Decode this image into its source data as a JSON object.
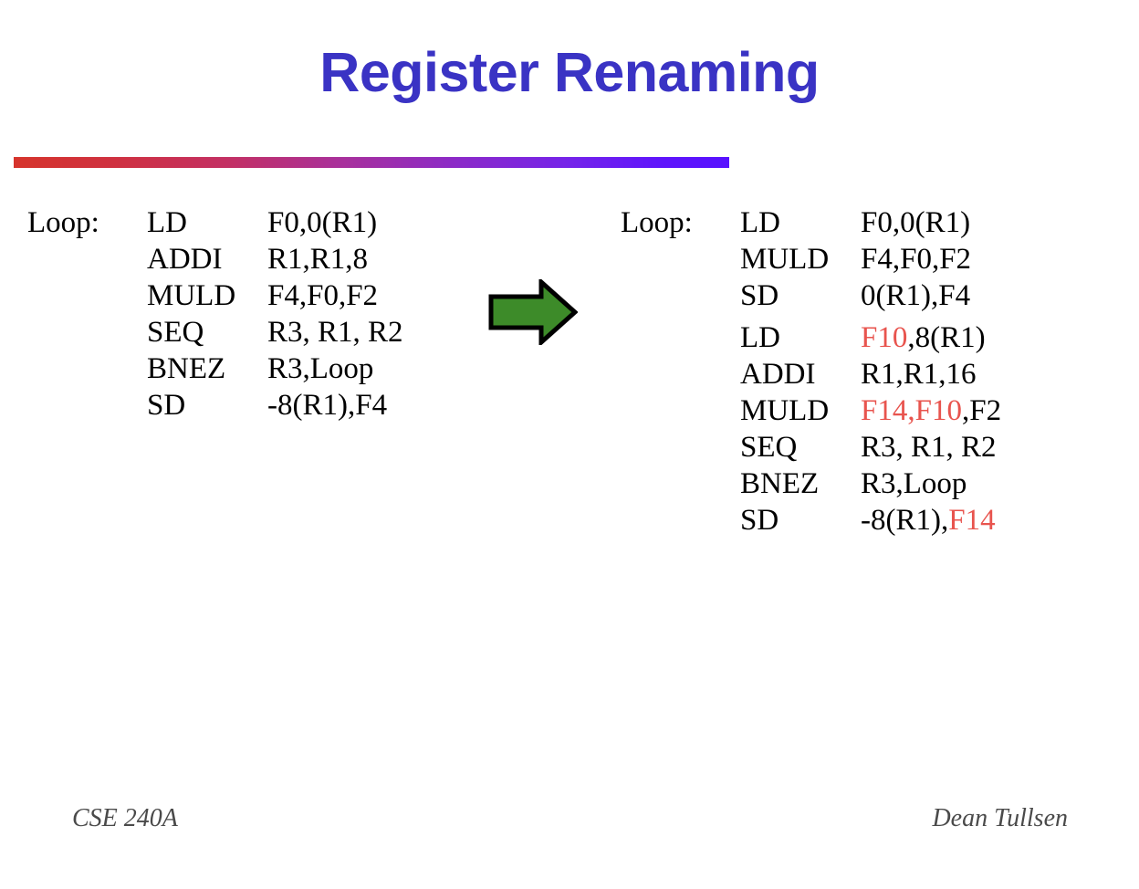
{
  "slide": {
    "title": "Register Renaming",
    "title_color": "#3a33c4",
    "highlight_color": "#e8544e",
    "rule_gradient_from": "#d6342c",
    "rule_gradient_to": "#5711ff",
    "arrow_fill": "#3d8b29",
    "arrow_stroke": "#000000"
  },
  "code_before": {
    "lines": [
      {
        "label": "Loop:",
        "op": "LD",
        "args": [
          {
            "text": "F0,0(R1)",
            "highlight": false
          }
        ]
      },
      {
        "label": "",
        "op": "ADDI",
        "args": [
          {
            "text": "R1,R1,8",
            "highlight": false
          }
        ]
      },
      {
        "label": "",
        "op": "MULD",
        "args": [
          {
            "text": "F4,F0,F2",
            "highlight": false
          }
        ]
      },
      {
        "label": "",
        "op": "SEQ",
        "args": [
          {
            "text": "R3, R1, R2",
            "highlight": false
          }
        ]
      },
      {
        "label": "",
        "op": "BNEZ",
        "args": [
          {
            "text": "R3,Loop",
            "highlight": false
          }
        ]
      },
      {
        "label": "",
        "op": "SD",
        "args": [
          {
            "text": "-8(R1),F4",
            "highlight": false
          }
        ]
      }
    ]
  },
  "code_after": {
    "lines": [
      {
        "label": "Loop:",
        "op": "LD",
        "gap": false,
        "args": [
          {
            "text": "F0,0(R1)",
            "highlight": false
          }
        ]
      },
      {
        "label": "",
        "op": "MULD",
        "gap": false,
        "args": [
          {
            "text": "F4,F0,F2",
            "highlight": false
          }
        ]
      },
      {
        "label": "",
        "op": "SD",
        "gap": false,
        "args": [
          {
            "text": "0(R1),F4",
            "highlight": false
          }
        ]
      },
      {
        "label": "",
        "op": "LD",
        "gap": true,
        "args": [
          {
            "text": "F10",
            "highlight": true
          },
          {
            "text": ",8(R1)",
            "highlight": false
          }
        ]
      },
      {
        "label": "",
        "op": "ADDI",
        "gap": false,
        "args": [
          {
            "text": "R1,R1,16",
            "highlight": false
          }
        ]
      },
      {
        "label": "",
        "op": "MULD",
        "gap": false,
        "args": [
          {
            "text": "F14,F10",
            "highlight": true
          },
          {
            "text": ",F2",
            "highlight": false
          }
        ]
      },
      {
        "label": "",
        "op": "SEQ",
        "gap": false,
        "args": [
          {
            "text": "R3, R1, R2",
            "highlight": false
          }
        ]
      },
      {
        "label": "",
        "op": "BNEZ",
        "gap": false,
        "args": [
          {
            "text": "R3,Loop",
            "highlight": false
          }
        ]
      },
      {
        "label": "",
        "op": "SD",
        "gap": false,
        "args": [
          {
            "text": "-8(R1),",
            "highlight": false
          },
          {
            "text": "F14",
            "highlight": true
          }
        ]
      }
    ]
  },
  "arrow": {
    "icon": "right-arrow-icon"
  },
  "footer": {
    "left": "CSE 240A",
    "right": "Dean Tullsen"
  }
}
